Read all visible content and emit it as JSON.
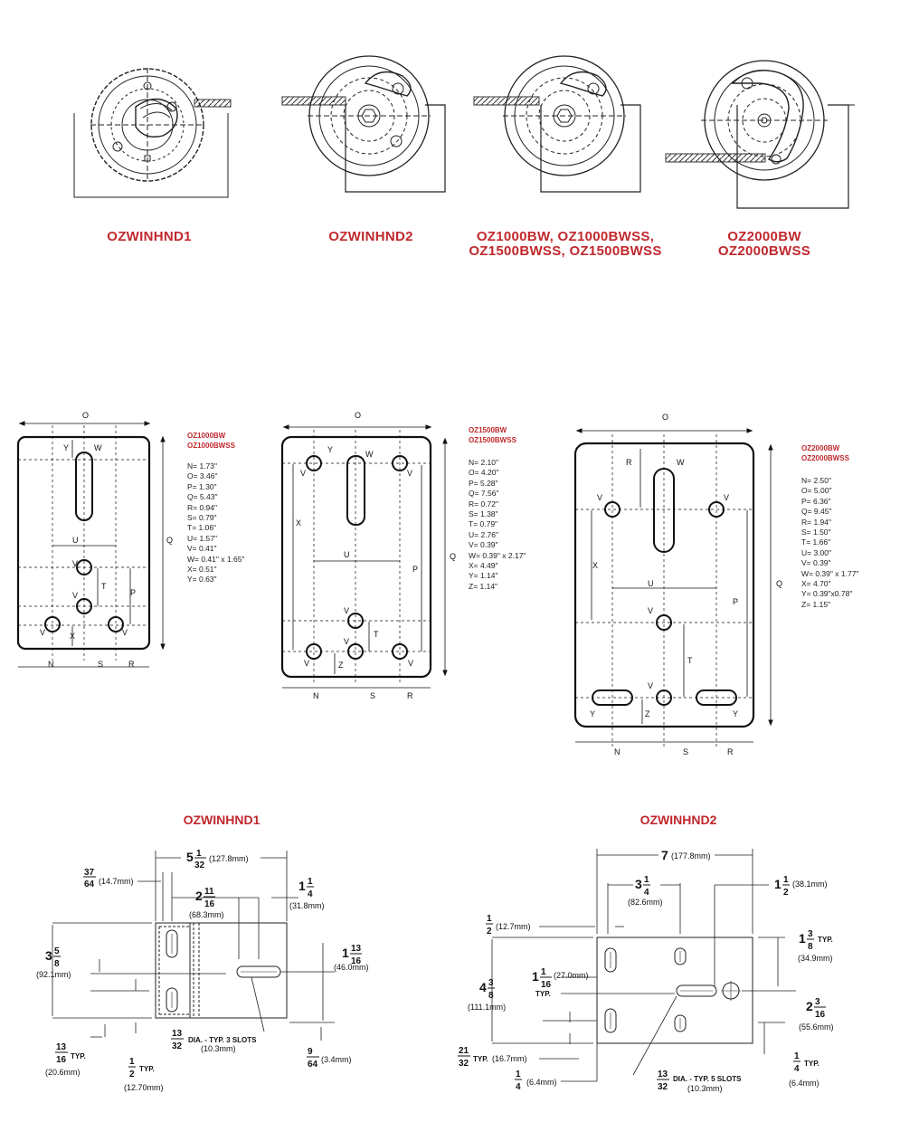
{
  "winch_captions": [
    {
      "line1": "OZWINHND1",
      "line2": ""
    },
    {
      "line1": "OZWINHND2",
      "line2": ""
    },
    {
      "line1": "OZ1000BW, OZ1000BWSS,",
      "line2": "OZ1500BWSS, OZ1500BWSS"
    },
    {
      "line1": "OZ2000BW",
      "line2": "OZ2000BWSS"
    }
  ],
  "plates": [
    {
      "models": [
        "OZ1000BW",
        "OZ1000BWSS"
      ],
      "specs": [
        "N= 1.73\"",
        "O= 3.46\"",
        "P= 1.30\"",
        "Q= 5.43\"",
        "R= 0.94\"",
        "S= 0.79\"",
        "T= 1.06\"",
        "U= 1.57\"",
        "V= 0.41\"",
        "W= 0.41\" x 1.65\"",
        "X= 0.51\"",
        "Y= 0.63\""
      ]
    },
    {
      "models": [
        "OZ1500BW",
        "OZ1500BWSS"
      ],
      "specs": [
        "N= 2.10\"",
        "O= 4.20\"",
        "P= 5.28\"",
        "Q= 7.56\"",
        "R= 0.72\"",
        "S= 1.38\"",
        "T= 0.79\"",
        "U= 2.76\"",
        "V= 0.39\"",
        "W= 0.39\" x 2.17\"",
        "X= 4.49\"",
        "Y= 1.14\"",
        "Z= 1.14\""
      ]
    },
    {
      "models": [
        "OZ2000BW",
        "OZ2000BWSS"
      ],
      "specs": [
        "N= 2.50\"",
        "O= 5.00\"",
        "P= 6.36\"",
        "Q= 9.45\"",
        "R= 1.94\"",
        "S= 1.50\"",
        "T= 1.66\"",
        "U=  3.00\"",
        "V= 0.39\"",
        "W= 0.39\" x 1.77\"",
        "X= 4.70\"",
        "Y= 0.39\"x0.78\"",
        "Z= 1.15\""
      ]
    }
  ],
  "dim_letters": {
    "N": "N",
    "O": "O",
    "P": "P",
    "Q": "Q",
    "R": "R",
    "S": "S",
    "T": "T",
    "U": "U",
    "V": "V",
    "W": "W",
    "X": "X",
    "Y": "Y",
    "Z": "Z"
  },
  "bracket1": {
    "title": "OZWINHND1",
    "width_whole": "5",
    "width_num": "1",
    "width_den": "32",
    "width_mm": "(127.8mm)",
    "d37_num": "37",
    "d37_den": "64",
    "d37_mm": "(14.7mm)",
    "d211_whole": "2",
    "d211_num": "11",
    "d211_den": "16",
    "d211_mm": "(68.3mm)",
    "d114_whole": "1",
    "d114_num": "1",
    "d114_den": "4",
    "d114_mm": "(31.8mm)",
    "h_whole": "3",
    "h_num": "5",
    "h_den": "8",
    "h_mm": "(92.1mm)",
    "d113_whole": "1",
    "d113_num": "13",
    "d113_den": "16",
    "d113_mm": "(46.0mm)",
    "slot_num": "13",
    "slot_den": "32",
    "slot_text": "DIA. - TYP. 3 SLOTS",
    "slot_mm": "(10.3mm)",
    "d1316_num": "13",
    "d1316_den": "16",
    "d1316_typ": "TYP.",
    "d1316_mm": "(20.6mm)",
    "d12_num": "1",
    "d12_den": "2",
    "d12_typ": "TYP.",
    "d12_mm": "(12.70mm)",
    "d964_num": "9",
    "d964_den": "64",
    "d964_mm": "(3.4mm)"
  },
  "bracket2": {
    "title": "OZWINHND2",
    "width_whole": "7",
    "width_mm": "(177.8mm)",
    "d314_whole": "3",
    "d314_num": "1",
    "d314_den": "4",
    "d314_mm": "(82.6mm)",
    "d112_whole": "1",
    "d112_num": "1",
    "d112_den": "2",
    "d112_mm": "(38.1mm)",
    "d12_num": "1",
    "d12_den": "2",
    "d12_mm": "(12.7mm)",
    "d138_whole": "1",
    "d138_num": "3",
    "d138_den": "8",
    "d138_typ": "TYP.",
    "d138_mm": "(34.9mm)",
    "h_whole": "4",
    "h_num": "3",
    "h_den": "8",
    "h_mm": "(111.1mm)",
    "d1116_whole": "1",
    "d1116_num": "1",
    "d1116_den": "16",
    "d1116_mm": "(27.0mm)",
    "d1116_typ": "TYP.",
    "d2316_whole": "2",
    "d2316_num": "3",
    "d2316_den": "16",
    "d2316_mm": "(55.6mm)",
    "d2132_num": "21",
    "d2132_den": "32",
    "d2132_typ": "TYP.",
    "d2132_mm": "(16.7mm)",
    "d14_num": "1",
    "d14_den": "4",
    "d14_mm": "(6.4mm)",
    "slot_num": "13",
    "slot_den": "32",
    "slot_text": "DIA. - TYP. 5 SLOTS",
    "slot_mm": "(10.3mm)",
    "d14b_num": "1",
    "d14b_den": "4",
    "d14b_typ": "TYP.",
    "d14b_mm": "(6.4mm)"
  }
}
